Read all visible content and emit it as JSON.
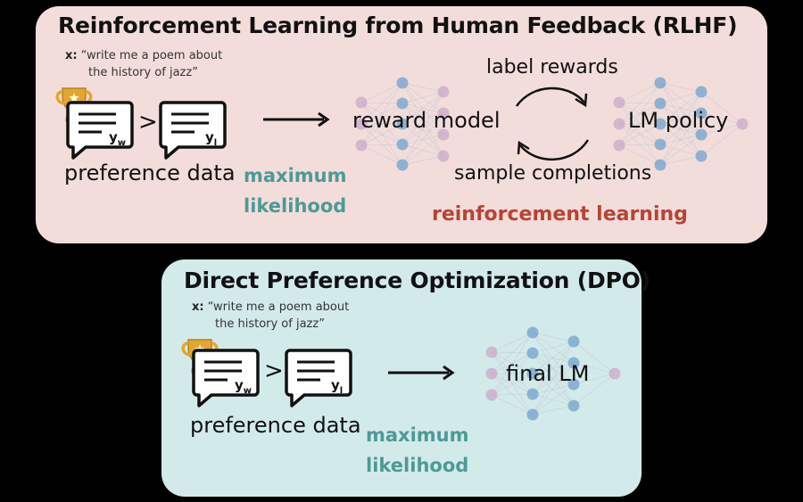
{
  "rlhf": {
    "title": "Reinforcement Learning from Human Feedback (RLHF)",
    "prompt_key": "x:",
    "prompt_line1": "“write me a poem about",
    "prompt_line2": "the history of jazz”",
    "winner_sub": "w",
    "loser_sub": "l",
    "gt_symbol": ">",
    "preference_data": "preference data",
    "ml_line1": "maximum",
    "ml_line2": "likelihood",
    "reward_model": "reward model",
    "label_rewards": "label rewards",
    "lm_policy": "LM policy",
    "sample_completions": "sample completions",
    "reinforcement_learning": "reinforcement learning"
  },
  "dpo": {
    "title": "Direct Preference Optimization (DPO)",
    "prompt_key": "x:",
    "prompt_line1": "“write me a poem about",
    "prompt_line2": "the history of jazz”",
    "winner_sub": "w",
    "loser_sub": "l",
    "gt_symbol": ">",
    "preference_data": "preference data",
    "ml_line1": "maximum",
    "ml_line2": "likelihood",
    "final_lm": "final LM"
  },
  "colors": {
    "background": "#000000",
    "rlhf_panel": "#f3dddb",
    "dpo_panel": "#d3eaeb",
    "teal_text": "#4c9a97",
    "red_text": "#b84434",
    "node_blue": "#7ea9cf",
    "node_purple": "#c9a8c9",
    "trophy_gold": "#e3a72f"
  }
}
